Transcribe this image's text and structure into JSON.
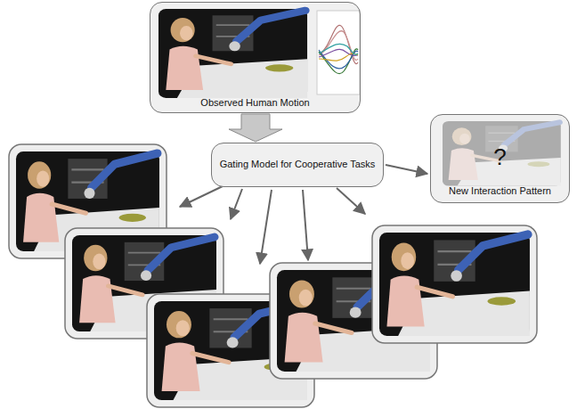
{
  "diagram": {
    "nodes": [
      {
        "text": [
          "Observed Human Motion"
        ]
      },
      {
        "text": [
          "Gating Model for Cooperative Tasks"
        ]
      },
      {
        "text": [
          "?",
          "New Interaction Pattern"
        ]
      }
    ],
    "edges": [
      {
        "from": 0,
        "to": 1,
        "arrow": "to"
      },
      {
        "from": 1,
        "to": 2,
        "arrow": "to"
      }
    ]
  }
}
